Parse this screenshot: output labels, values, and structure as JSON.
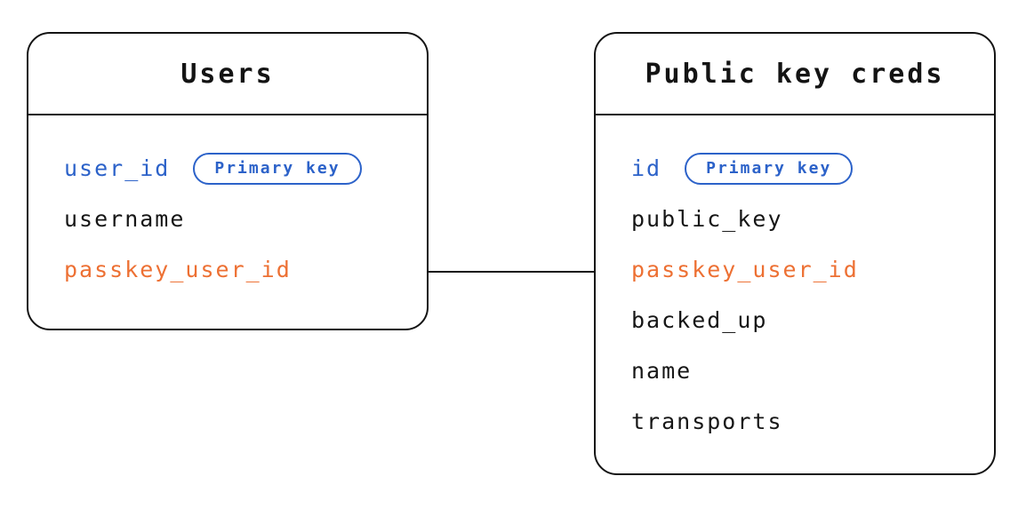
{
  "diagram": {
    "type": "entity-relationship",
    "colors": {
      "primary_blue": "#2c62c9",
      "accent_orange": "#ed7033",
      "line_black": "#141414",
      "background": "#ffffff"
    },
    "relationship": {
      "from": "Users.passkey_user_id",
      "to": "Public key creds.passkey_user_id",
      "style": "plain-horizontal-line"
    }
  },
  "tables": [
    {
      "title": "Users",
      "fields": [
        {
          "name": "user_id",
          "color": "blue",
          "badge": "Primary key"
        },
        {
          "name": "username",
          "color": "black"
        },
        {
          "name": "passkey_user_id",
          "color": "orange"
        }
      ]
    },
    {
      "title": "Public key creds",
      "fields": [
        {
          "name": "id",
          "color": "blue",
          "badge": "Primary key"
        },
        {
          "name": "public_key",
          "color": "black"
        },
        {
          "name": "passkey_user_id",
          "color": "orange"
        },
        {
          "name": "backed_up",
          "color": "black"
        },
        {
          "name": "name",
          "color": "black"
        },
        {
          "name": "transports",
          "color": "black"
        }
      ]
    }
  ]
}
